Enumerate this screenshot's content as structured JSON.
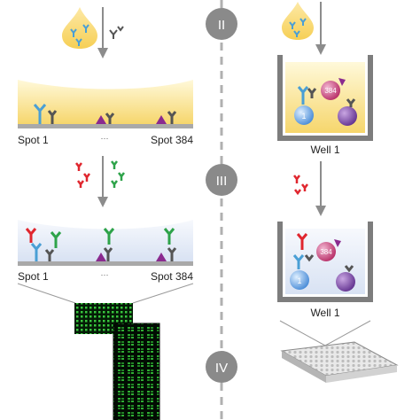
{
  "steps": {
    "two": "II",
    "three": "III",
    "four": "IV"
  },
  "left": {
    "spot_first": "Spot 1",
    "spot_last": "Spot 384",
    "ellipsis": "···"
  },
  "right": {
    "well_label": "Well 1",
    "bead_1": "1",
    "bead_384": "384"
  },
  "colors": {
    "capture_antibody": "#4a9fd5",
    "detection_red": "#e0262e",
    "detection_green": "#2ea34a",
    "antigen_gray": "#555555",
    "antigen_purple": "#8a2a8f",
    "sample_yellow": "#f8e07a",
    "wash_blue": "#e4ebf7",
    "divider": "#b0b0b0",
    "step_circle": "#8a8a8a"
  }
}
